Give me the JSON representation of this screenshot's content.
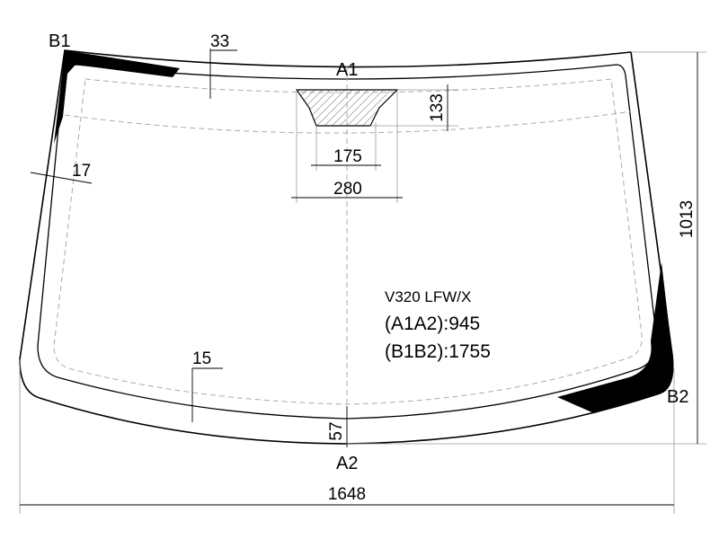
{
  "labels": {
    "b1": "B1",
    "a1": "A1",
    "a2": "A2",
    "b2": "B2"
  },
  "dimensions": {
    "top_band": "33",
    "sensor_height": "133",
    "sensor_inner_width": "175",
    "sensor_outer_width": "280",
    "side_band": "17",
    "bottom_band_inner": "15",
    "bottom_band": "57",
    "total_height": "1013",
    "total_width": "1648"
  },
  "spec": {
    "model": "V320 LFW/X",
    "a1a2": "(A1A2):945",
    "b1b2": "(B1B2):1755"
  }
}
